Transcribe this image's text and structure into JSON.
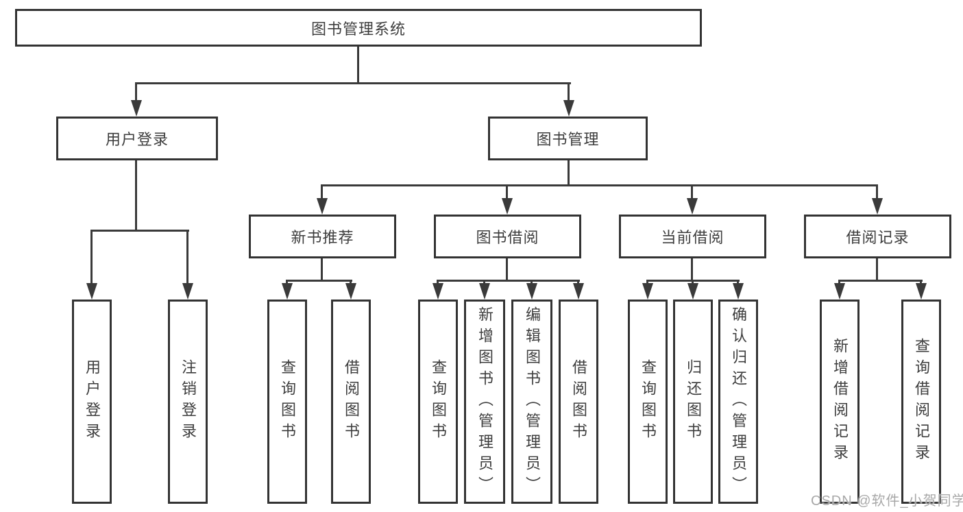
{
  "diagram": {
    "root": {
      "label": "图书管理系统"
    },
    "level2": [
      {
        "label": "用户登录",
        "leaves": [
          "用户登录",
          "注销登录"
        ]
      },
      {
        "label": "图书管理",
        "children": [
          {
            "label": "新书推荐",
            "leaves": [
              "查询图书",
              "借阅图书"
            ]
          },
          {
            "label": "图书借阅",
            "leaves": [
              "查询图书",
              "新增图书（管理员）",
              "编辑图书（管理员）",
              "借阅图书"
            ]
          },
          {
            "label": "当前借阅",
            "leaves": [
              "查询图书",
              "归还图书",
              "确认归还（管理员）"
            ]
          },
          {
            "label": "借阅记录",
            "leaves": [
              "新增借阅记录",
              "查询借阅记录"
            ]
          }
        ]
      }
    ]
  },
  "watermark": {
    "text": "CSDN @软件_小贺同学"
  },
  "colors": {
    "background": "#ffffff",
    "line": "#3a3a3a",
    "box_border": "#333333",
    "text": "#3d3d3d",
    "watermark": "#a8a8a8"
  }
}
